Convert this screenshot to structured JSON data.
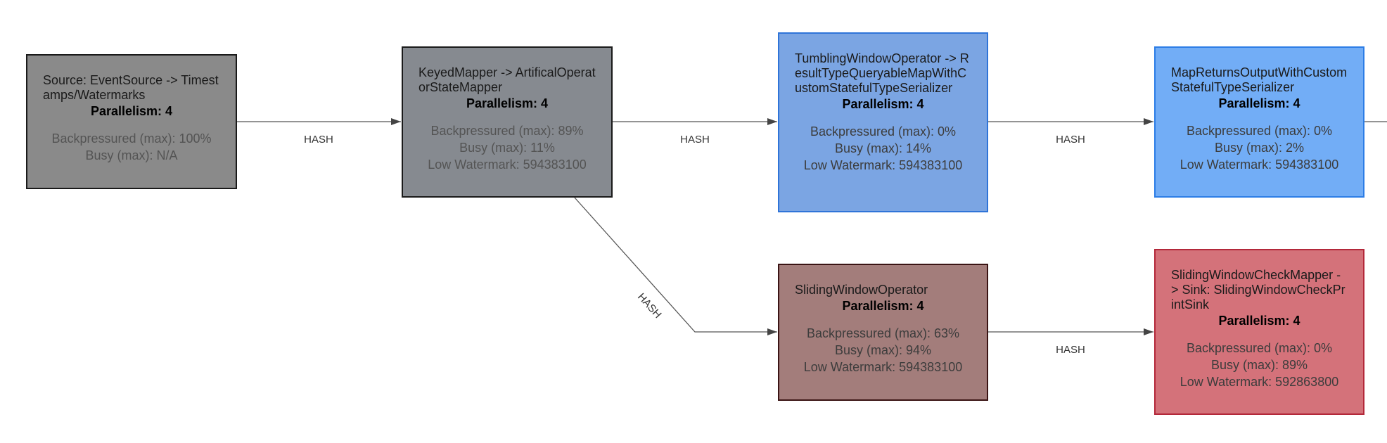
{
  "diagram": {
    "edge_label": "HASH",
    "nodes": [
      {
        "id": "source",
        "title": "Source: EventSource -> Timestamps/Watermarks",
        "parallelism": "Parallelism: 4",
        "metrics": [
          "Backpressured (max): 100%",
          "Busy (max): N/A"
        ],
        "fill": "#8a8a8a",
        "border": "#1a1a1a"
      },
      {
        "id": "keyed-mapper",
        "title": "KeyedMapper -> ArtificalOperatorStateMapper",
        "parallelism": "Parallelism: 4",
        "metrics": [
          "Backpressured (max): 89%",
          "Busy (max): 11%",
          "Low Watermark: 594383100"
        ],
        "fill": "#868a90",
        "border": "#1a1a1a"
      },
      {
        "id": "tumbling-window",
        "title": "TumblingWindowOperator -> ResultTypeQueryableMapWithCustomStatefulTypeSerializer",
        "parallelism": "Parallelism: 4",
        "metrics": [
          "Backpressured (max): 0%",
          "Busy (max): 14%",
          "Low Watermark: 594383100"
        ],
        "fill": "#7ba5e3",
        "border": "#2f74d8"
      },
      {
        "id": "map-returns",
        "title": "MapReturnsOutputWithCustomStatefulTypeSerializer",
        "parallelism": "Parallelism: 4",
        "metrics": [
          "Backpressured (max): 0%",
          "Busy (max): 2%",
          "Low Watermark: 594383100"
        ],
        "fill": "#72adf6",
        "border": "#2c7de6"
      },
      {
        "id": "sliding-window",
        "title": "SlidingWindowOperator",
        "parallelism": "Parallelism: 4",
        "metrics": [
          "Backpressured (max): 63%",
          "Busy (max): 94%",
          "Low Watermark: 594383100"
        ],
        "fill": "#a37d7b",
        "border": "#3a1414"
      },
      {
        "id": "sliding-check",
        "title": "SlidingWindowCheckMapper -> Sink: SlidingWindowCheckPrintSink",
        "parallelism": "Parallelism: 4",
        "metrics": [
          "Backpressured (max): 0%",
          "Busy (max): 89%",
          "Low Watermark: 592863800"
        ],
        "fill": "#d4727a",
        "border": "#b3283a"
      }
    ]
  }
}
